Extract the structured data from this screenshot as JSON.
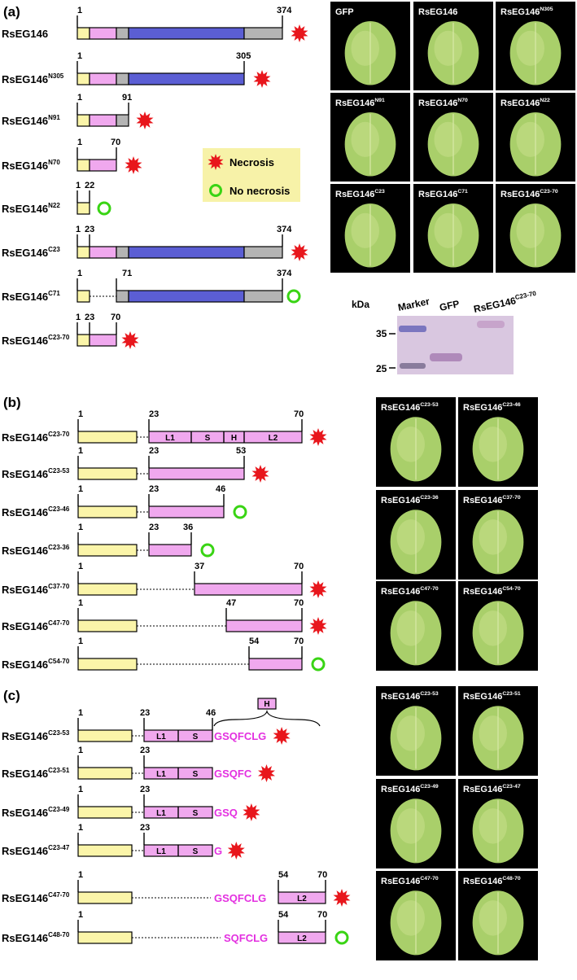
{
  "panels": [
    {
      "letter": "(a)",
      "constructs": [
        {
          "name": "RsEG146",
          "sup": "",
          "numbers": [
            "1",
            "374"
          ],
          "result": "necrosis",
          "segments": [
            "signal",
            "pink",
            "grey",
            "blue",
            "grey"
          ]
        },
        {
          "name": "RsEG146",
          "sup": "N305",
          "numbers": [
            "1",
            "305"
          ],
          "result": "necrosis",
          "segments": [
            "signal",
            "pink",
            "grey",
            "blue"
          ]
        },
        {
          "name": "RsEG146",
          "sup": "N91",
          "numbers": [
            "1",
            "91"
          ],
          "result": "necrosis",
          "segments": [
            "signal",
            "pink",
            "grey"
          ]
        },
        {
          "name": "RsEG146",
          "sup": "N70",
          "numbers": [
            "1",
            "70"
          ],
          "result": "necrosis",
          "segments": [
            "signal",
            "pink"
          ]
        },
        {
          "name": "RsEG146",
          "sup": "N22",
          "numbers": [
            "1",
            "22"
          ],
          "result": "no_necrosis",
          "segments": [
            "signal"
          ]
        },
        {
          "name": "RsEG146",
          "sup": "C23",
          "numbers": [
            "1",
            "23",
            "374"
          ],
          "result": "necrosis",
          "segments": [
            "signal",
            "pink",
            "grey",
            "blue",
            "grey"
          ]
        },
        {
          "name": "RsEG146",
          "sup": "C71",
          "numbers": [
            "1",
            "71",
            "374"
          ],
          "result": "no_necrosis",
          "segments": [
            "signal",
            "blue",
            "grey"
          ]
        },
        {
          "name": "RsEG146",
          "sup": "C23-70",
          "numbers": [
            "1",
            "23",
            "70"
          ],
          "result": "necrosis",
          "segments": [
            "signal",
            "pink"
          ]
        }
      ],
      "legend": {
        "necrosis": "Necrosis",
        "no_necrosis": "No necrosis"
      },
      "leaves": [
        {
          "name": "GFP",
          "sup": ""
        },
        {
          "name": "RsEG146",
          "sup": ""
        },
        {
          "name": "RsEG146",
          "sup": "N305"
        },
        {
          "name": "RsEG146",
          "sup": "N91"
        },
        {
          "name": "RsEG146",
          "sup": "N70"
        },
        {
          "name": "RsEG146",
          "sup": "N22"
        },
        {
          "name": "RsEG146",
          "sup": "C23"
        },
        {
          "name": "RsEG146",
          "sup": "C71"
        },
        {
          "name": "RsEG146",
          "sup": "C23-70"
        }
      ],
      "blot": {
        "unit": "kDa",
        "lanes": [
          "Marker",
          "GFP",
          "RsEG146"
        ],
        "lane3_sup": "C23-70",
        "markers": [
          "35",
          "25"
        ]
      }
    },
    {
      "letter": "(b)",
      "domain_labels": [
        "L1",
        "S",
        "H",
        "L2"
      ],
      "constructs": [
        {
          "name": "RsEG146",
          "sup": "C23-70",
          "numbers": [
            "1",
            "23",
            "70"
          ],
          "result": "necrosis"
        },
        {
          "name": "RsEG146",
          "sup": "C23-53",
          "numbers": [
            "1",
            "23",
            "53"
          ],
          "result": "necrosis"
        },
        {
          "name": "RsEG146",
          "sup": "C23-46",
          "numbers": [
            "1",
            "23",
            "46"
          ],
          "result": "no_necrosis"
        },
        {
          "name": "RsEG146",
          "sup": "C23-36",
          "numbers": [
            "1",
            "23",
            "36"
          ],
          "result": "no_necrosis"
        },
        {
          "name": "RsEG146",
          "sup": "C37-70",
          "numbers": [
            "1",
            "37",
            "70"
          ],
          "result": "necrosis"
        },
        {
          "name": "RsEG146",
          "sup": "C47-70",
          "numbers": [
            "1",
            "47",
            "70"
          ],
          "result": "necrosis"
        },
        {
          "name": "RsEG146",
          "sup": "C54-70",
          "numbers": [
            "1",
            "54",
            "70"
          ],
          "result": "no_necrosis"
        }
      ],
      "leaves": [
        {
          "name": "RsEG146",
          "sup": "C23-53"
        },
        {
          "name": "RsEG146",
          "sup": "C23-46"
        },
        {
          "name": "RsEG146",
          "sup": "C23-36"
        },
        {
          "name": "RsEG146",
          "sup": "C37-70"
        },
        {
          "name": "RsEG146",
          "sup": "C47-70"
        },
        {
          "name": "RsEG146",
          "sup": "C54-70"
        }
      ]
    },
    {
      "letter": "(c)",
      "h_label": "H",
      "domain_labels": [
        "L1",
        "S",
        "L2"
      ],
      "constructs": [
        {
          "name": "RsEG146",
          "sup": "C23-53",
          "numbers": [
            "1",
            "23",
            "46"
          ],
          "tail": "GSQFCLG",
          "result": "necrosis"
        },
        {
          "name": "RsEG146",
          "sup": "C23-51",
          "numbers": [
            "1",
            "23"
          ],
          "tail": "GSQFC",
          "result": "necrosis"
        },
        {
          "name": "RsEG146",
          "sup": "C23-49",
          "numbers": [
            "1",
            "23"
          ],
          "tail": "GSQ",
          "result": "necrosis"
        },
        {
          "name": "RsEG146",
          "sup": "C23-47",
          "numbers": [
            "1",
            "23"
          ],
          "tail": "G",
          "result": "necrosis"
        },
        {
          "name": "RsEG146",
          "sup": "C47-70",
          "numbers": [
            "1",
            "54",
            "70"
          ],
          "tail": "GSQFCLG",
          "result": "necrosis"
        },
        {
          "name": "RsEG146",
          "sup": "C48-70",
          "numbers": [
            "1",
            "54",
            "70"
          ],
          "tail": "SQFCLG",
          "result": "no_necrosis"
        }
      ],
      "leaves": [
        {
          "name": "RsEG146",
          "sup": "C23-53"
        },
        {
          "name": "RsEG146",
          "sup": "C23-51"
        },
        {
          "name": "RsEG146",
          "sup": "C23-49"
        },
        {
          "name": "RsEG146",
          "sup": "C23-47"
        },
        {
          "name": "RsEG146",
          "sup": "C47-70"
        },
        {
          "name": "RsEG146",
          "sup": "C48-70"
        }
      ]
    }
  ],
  "colors": {
    "signal": "#fbf5a9",
    "pink": "#f0a8ee",
    "grey": "#b4b4b4",
    "blue": "#5b5ed4",
    "necrosis": "#e8161c",
    "no_necrosis": "#39d414",
    "tail_text": "#e330e0",
    "legend_bg": "#f7f2a8",
    "photo_bg": "#000000",
    "leaf": "#a9cf6a"
  }
}
